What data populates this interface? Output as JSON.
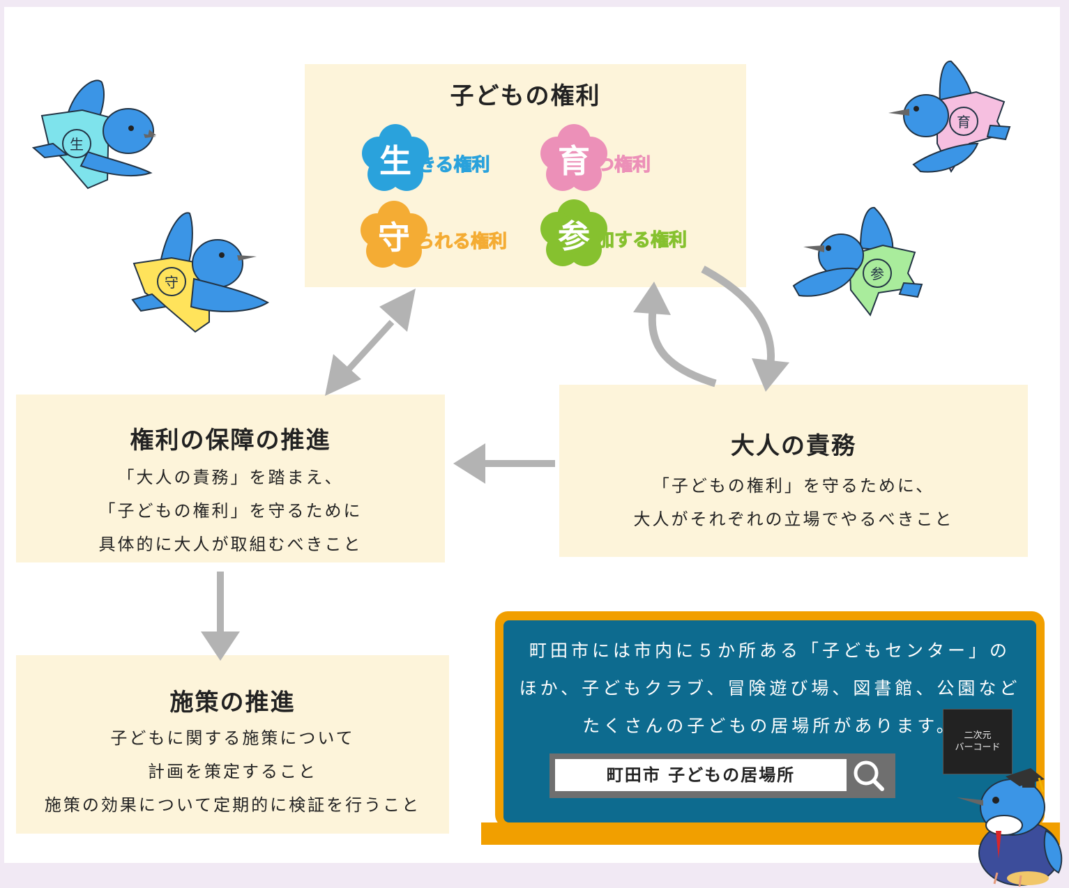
{
  "rights": {
    "title": "子どもの権利",
    "items": [
      {
        "big": "生",
        "rest": "きる権利",
        "color": "#2aa2dc"
      },
      {
        "big": "育",
        "rest": "つ権利",
        "color": "#ec90b8"
      },
      {
        "big": "守",
        "rest": "られる権利",
        "color": "#f4ac34"
      },
      {
        "big": "参",
        "rest": "加する権利",
        "color": "#86c12f"
      }
    ]
  },
  "adult_duty": {
    "title": "大人の責務",
    "lines": [
      "「子どもの権利」を守るために、",
      "大人がそれぞれの立場でやるべきこと"
    ]
  },
  "promotion": {
    "title": "権利の保障の推進",
    "lines": [
      "「大人の責務」を踏まえ、",
      "「子どもの権利」を守るために",
      "具体的に大人が取組むべきこと"
    ]
  },
  "policy": {
    "title": "施策の推進",
    "lines": [
      "子どもに関する施策について",
      "計画を策定すること",
      "施策の効果について定期的に検証を行うこと"
    ]
  },
  "board": {
    "lines": [
      "町田市には市内に５か所ある「子どもセンター」の",
      "ほか、子どもクラブ、冒険遊び場、図書館、公園など",
      "たくさんの子どもの居場所があります。"
    ],
    "search_text": "町田市 子どもの居場所",
    "qr_line1": "二次元",
    "qr_line2": "バーコード"
  },
  "birds": [
    {
      "char": "生",
      "color": "#7ee3ec"
    },
    {
      "char": "守",
      "color": "#ffe35b"
    },
    {
      "char": "育",
      "color": "#f6bfe0"
    },
    {
      "char": "参",
      "color": "#a9ec9c"
    }
  ],
  "colors": {
    "box_bg": "#fdf4da",
    "arrow": "#b3b3b3",
    "board": "#0d6b8f",
    "frame": "#f19f00",
    "bird": "#3b95e6"
  }
}
